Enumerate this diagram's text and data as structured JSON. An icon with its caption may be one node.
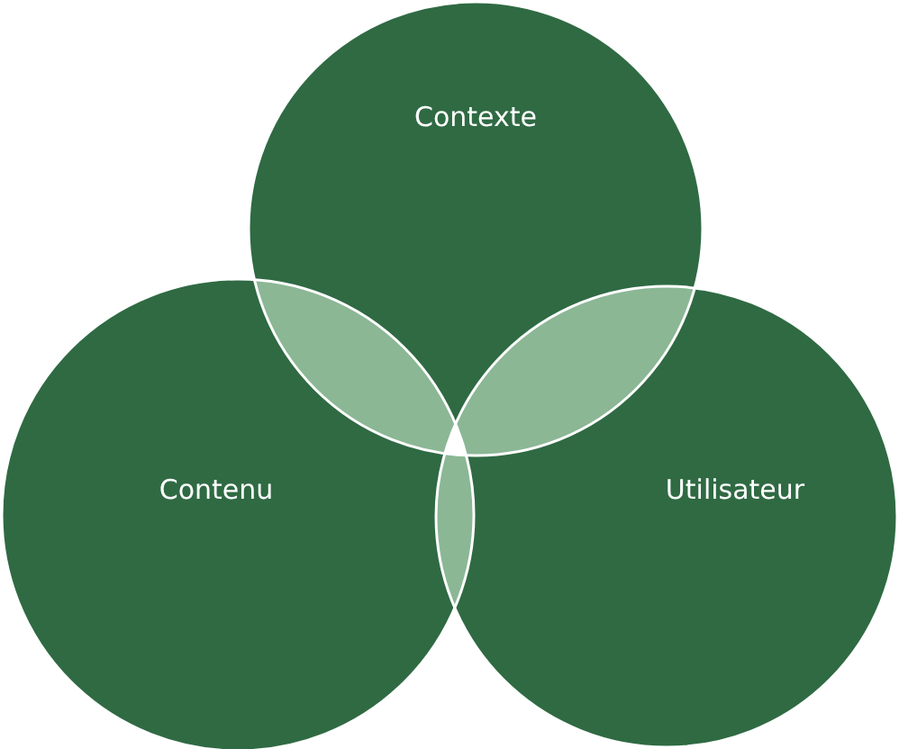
{
  "diagram": {
    "nodes": [
      {
        "text": [
          "Contexte"
        ]
      },
      {
        "text": [
          "Contenu"
        ]
      },
      {
        "text": [
          "Utilisateur"
        ]
      }
    ]
  }
}
